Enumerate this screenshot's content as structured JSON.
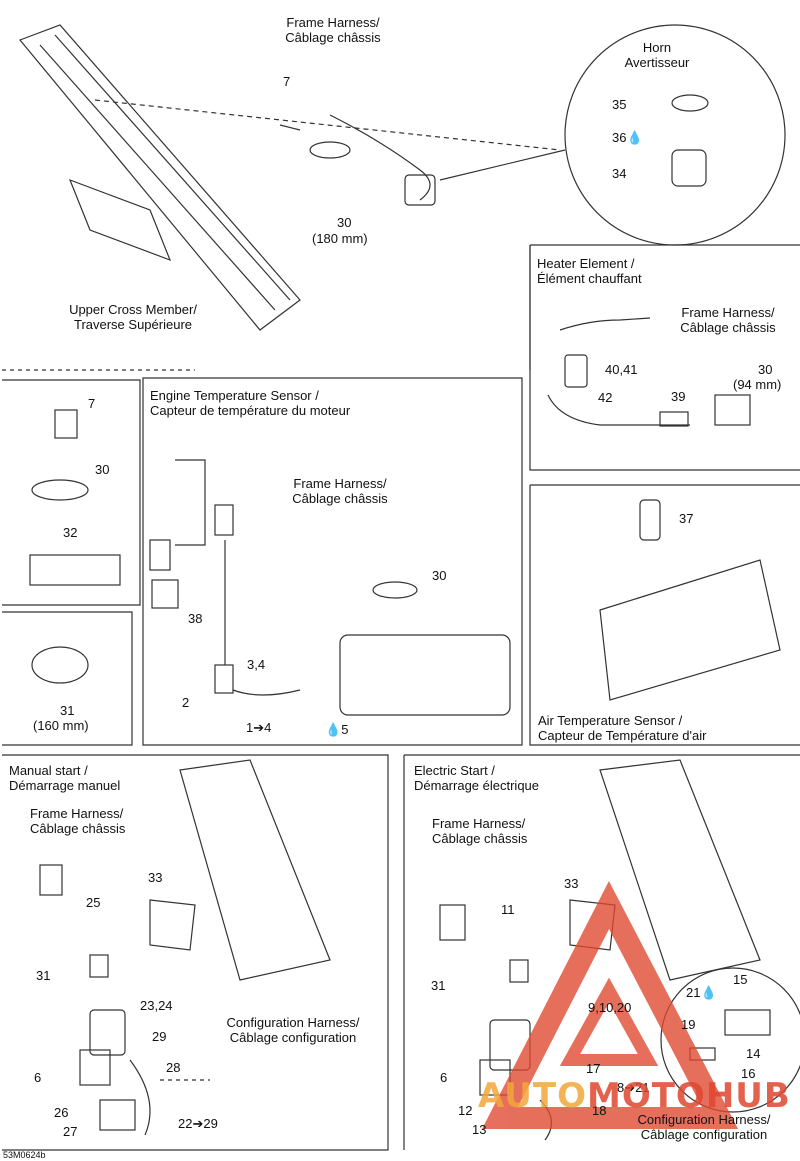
{
  "sections": {
    "frame": {
      "harness_label": [
        "Frame Harness/",
        "Câblage châssis"
      ],
      "cross_member_label": [
        "Upper Cross Member/",
        "Traverse Supérieure"
      ],
      "callouts": [
        "7",
        "30",
        "(180 mm)"
      ]
    },
    "horn": {
      "title": [
        "Horn",
        "Avertisseur"
      ],
      "callouts": [
        "35",
        "36",
        "34"
      ]
    },
    "heater": {
      "title": [
        "Heater Element /",
        "Élément chauffant"
      ],
      "harness_label": [
        "Frame Harness/",
        "Câblage châssis"
      ],
      "callouts": [
        "40,41",
        "42",
        "39",
        "30",
        "(94 mm)"
      ]
    },
    "hardware": {
      "callouts": [
        "7",
        "30",
        "32"
      ]
    },
    "clamp": {
      "callouts": [
        "31",
        "(160 mm)"
      ]
    },
    "engine_sensor": {
      "title": [
        "Engine Temperature Sensor /",
        "Capteur de température du moteur"
      ],
      "harness_label": [
        "Frame Harness/",
        "Câblage châssis"
      ],
      "callouts": [
        "30",
        "38",
        "3,4",
        "2",
        "1➔4",
        "5"
      ]
    },
    "air_sensor": {
      "title": [
        "Air Temperature Sensor /",
        "Capteur de Température d'air"
      ],
      "callouts": [
        "37"
      ]
    },
    "manual_start": {
      "title": [
        "Manual start /",
        "Démarrage manuel"
      ],
      "harness_label": [
        "Frame Harness/",
        "Câblage châssis"
      ],
      "config_label": [
        "Configuration Harness/",
        "Câblage configuration"
      ],
      "callouts": [
        "33",
        "25",
        "31",
        "23,24",
        "29",
        "28",
        "6",
        "26",
        "27",
        "22➔29"
      ]
    },
    "electric_start": {
      "title": [
        "Electric Start /",
        "Démarrage électrique"
      ],
      "harness_label": [
        "Frame Harness/",
        "Câblage châssis"
      ],
      "config_label": [
        "Configuration Harness/",
        "Câblage configuration"
      ],
      "callouts": [
        "33",
        "11",
        "31",
        "9,10,20",
        "15",
        "21",
        "19",
        "14",
        "16",
        "17",
        "6",
        "8➔21",
        "12",
        "18",
        "13"
      ]
    }
  },
  "watermark": {
    "left": "AUTO",
    "right": "MOTO",
    "tail": "HUB"
  },
  "footer_code": "53M0624b",
  "colors": {
    "watermark_red": "#e0472f",
    "watermark_orange": "#f2a83a",
    "line": "#333333"
  }
}
